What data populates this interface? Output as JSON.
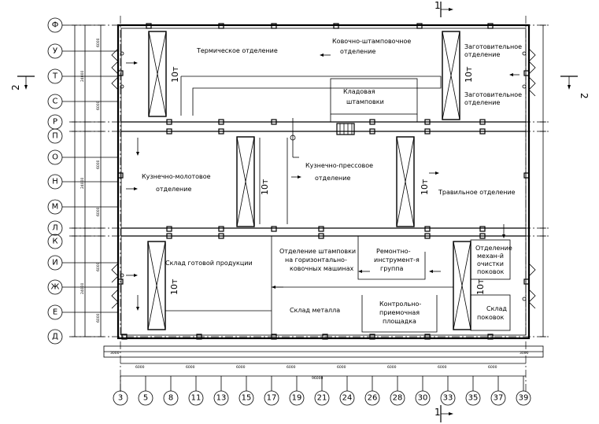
{
  "left_axes": [
    "Ф",
    "У",
    "Т",
    "С",
    "Р",
    "П",
    "О",
    "Н",
    "М",
    "Л",
    "К",
    "И",
    "Ж",
    "Е",
    "Д"
  ],
  "bottom_axes": [
    "3",
    "5",
    "8",
    "11",
    "13",
    "15",
    "17",
    "19",
    "21",
    "24",
    "26",
    "28",
    "30",
    "33",
    "35",
    "37",
    "39"
  ],
  "rooms": {
    "thermal": "Термическое отделение",
    "forging_stamping_1": "Ковочно-штамповочное",
    "forging_stamping_2": "отделение",
    "blank_1_a": "Заготовительное",
    "blank_1_b": "отделение",
    "blank_2_a": "Заготовительное",
    "blank_2_b": "отделение",
    "storage_1": "Кладовая",
    "storage_2": "штамповки",
    "hammer_1": "Кузнечно-молотовое",
    "hammer_2": "отделение",
    "press_1": "Кузнечно-прессовое",
    "press_2": "отделение",
    "etching": "Травильное отделение",
    "finished_goods": "Склад готовой продукции",
    "stamping_horizontal_1": "Отделение штамповки",
    "stamping_horizontal_2": "на горизонтально-",
    "stamping_horizontal_3": "ковочных машинах",
    "repair_1": "Ремонтно-",
    "repair_2": "инструмент-я",
    "repair_3": "группа",
    "mech_cleaning_1": "Отделение",
    "mech_cleaning_2": "механ-й",
    "mech_cleaning_3": "очистки",
    "mech_cleaning_4": "поковок",
    "metal_storage": "Склад металла",
    "acceptance_1": "Контрольно-",
    "acceptance_2": "приемочная",
    "acceptance_3": "площадка",
    "forgings_storage_1": "Склад",
    "forgings_storage_2": "поковок"
  },
  "cranes": [
    "10т",
    "10т",
    "10т",
    "10т",
    "10т",
    "10т"
  ],
  "section_marks": {
    "top": "1",
    "bottom": "1",
    "left": "2",
    "right": "2"
  },
  "dimensions": {
    "left_span_1": "24000",
    "left_span_2": "24000",
    "left_span_3": "24000",
    "bottom_total": "96000",
    "bottom_module": "6000",
    "bottom_submodule": "3000"
  }
}
